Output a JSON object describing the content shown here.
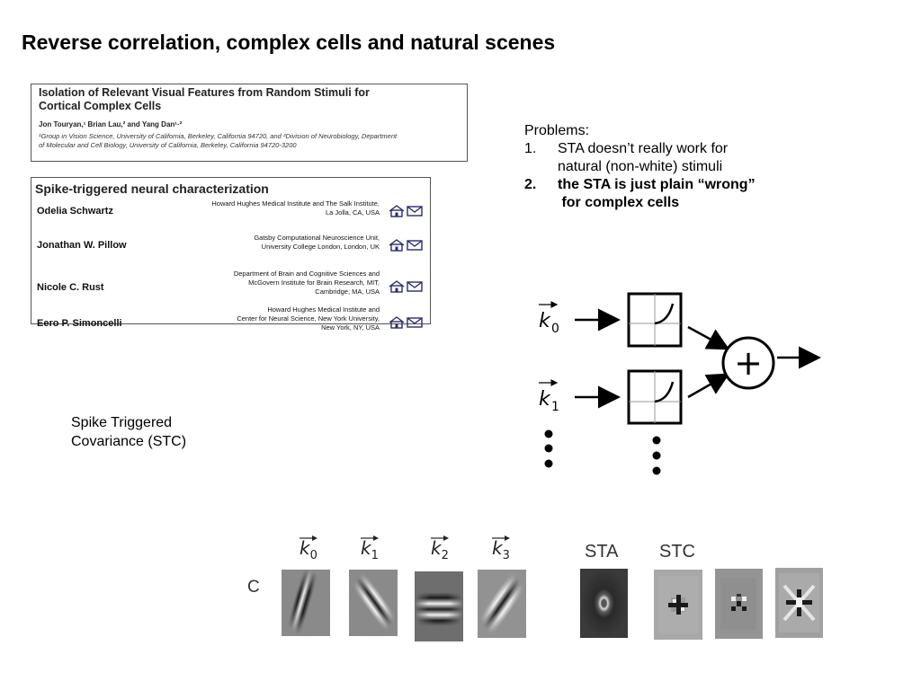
{
  "slide": {
    "title": "Reverse correlation, complex cells and natural scenes"
  },
  "paper1": {
    "title_line1": "Isolation of Relevant Visual Features from Random Stimuli for",
    "title_line2": "Cortical Complex Cells",
    "authors": "Jon Touryan,¹ Brian Lau,² and Yang Dan¹·²",
    "affiliation_line1": "¹Group in Vision Science, University of California, Berkeley, California 94720, and ²Division of Neurobiology, Department",
    "affiliation_line2": "of Molecular and Cell Biology, University of California, Berkeley, California 94720-3200"
  },
  "paper2": {
    "title": "Spike-triggered neural characterization",
    "authors": [
      {
        "name": "Odelia Schwartz",
        "affiliation": "Howard Hughes Medical Institute and The Salk Institute,\nLa Jolla, CA, USA"
      },
      {
        "name": "Jonathan W. Pillow",
        "affiliation": "Gatsby Computational Neuroscience Unit,\nUniversity College London, London, UK"
      },
      {
        "name": "Nicole C. Rust",
        "affiliation": "Department of Brain and Cognitive Sciences and\nMcGovern Institute for Brain Research, MIT,\nCambridge, MA, USA"
      },
      {
        "name": "Eero P. Simoncelli",
        "affiliation": "Howard Hughes Medical Institute and\nCenter for Neural Science, New York University,\nNew York, NY, USA"
      }
    ],
    "icons": [
      "home-icon",
      "mail-icon"
    ]
  },
  "problems": {
    "heading": "Problems:",
    "items": [
      {
        "num": "1.",
        "line1": "STA doesn’t really work for",
        "line2": "natural (non-white) stimuli"
      },
      {
        "num": "2.",
        "line1": "the STA is just plain “wrong”",
        "line2": " for complex cells"
      }
    ]
  },
  "stc_label": {
    "line1": "Spike Triggered",
    "line2": "Covariance  (STC)"
  },
  "diagram": {
    "inputs": [
      {
        "letter": "k",
        "sub": "0"
      },
      {
        "letter": "k",
        "sub": "1"
      }
    ],
    "sum_symbol": "+"
  },
  "filters": {
    "panel_letter": "C",
    "kernels": [
      {
        "letter": "k",
        "sub": "0"
      },
      {
        "letter": "k",
        "sub": "1"
      },
      {
        "letter": "k",
        "sub": "2"
      },
      {
        "letter": "k",
        "sub": "3"
      }
    ],
    "sta_label": "STA",
    "stc_label": "STC"
  }
}
